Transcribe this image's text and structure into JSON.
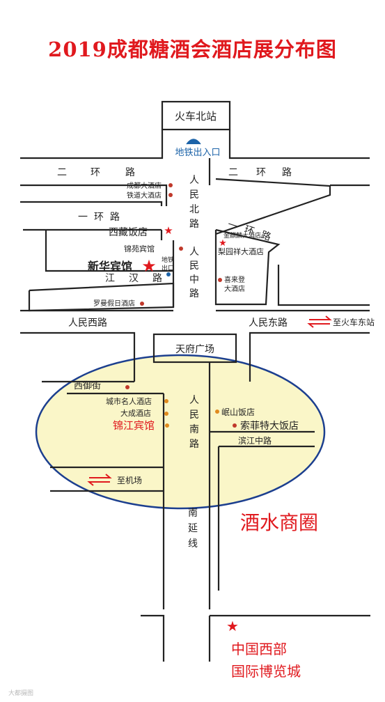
{
  "title": "2019成都糖酒会酒店展分布图",
  "colors": {
    "road": "#222222",
    "title": "#e0191e",
    "highlight_fill": "#faf6c8",
    "highlight_stroke": "#1c3f8f",
    "blue_text": "#1c63a8",
    "star": "#e0191e",
    "dot": "#c0392b"
  },
  "labels": {
    "north_station": "火车北站",
    "metro_exit": "地铁出入口",
    "ring2_left": [
      "二",
      "环",
      "路"
    ],
    "ring2_right": [
      "二",
      "环",
      "路"
    ],
    "ring1_left": [
      "一",
      "环",
      "路"
    ],
    "ring1_right": [
      "一",
      "环",
      "路"
    ],
    "renmin_north": [
      "人",
      "民",
      "北",
      "路"
    ],
    "renmin_middle": [
      "人",
      "民",
      "中",
      "路"
    ],
    "renmin_south": [
      "人",
      "民",
      "南",
      "路"
    ],
    "south_ext": [
      "南",
      "延",
      "线"
    ],
    "jianghan": [
      "江",
      "汉",
      "路"
    ],
    "renmin_west": "人民西路",
    "renmin_east": "人民东路",
    "to_east_station": "至火车东站",
    "tianfu_square": "天府广场",
    "xiyu_street": "西御街",
    "binjiang": "滨江中路",
    "to_airport": "至机场",
    "liquor_zone": "酒水商圈",
    "expo_line1": "中国西部",
    "expo_line2": "国际博览城",
    "metro_exit_small": [
      "地铁",
      "出口"
    ]
  },
  "hotels": {
    "chengdu": "成都大酒店",
    "tiedao": "铁道大酒店",
    "xizang": "西藏饭店",
    "jinyuan": "锦苑宾馆",
    "xinhua": "新华宾馆",
    "luoman": "罗曼假日酒店",
    "jinqilin": "金麒麟大酒店",
    "liyuan": "梨园祥大酒店",
    "xilaideng": [
      "喜来登",
      "大酒店"
    ],
    "chengshi": "城市名人酒店",
    "dacheng": "大成酒店",
    "jinjiang": "锦江宾馆",
    "minshan": "岷山饭店",
    "sofitel": "索菲特大饭店"
  },
  "watermark": "大都摄图"
}
